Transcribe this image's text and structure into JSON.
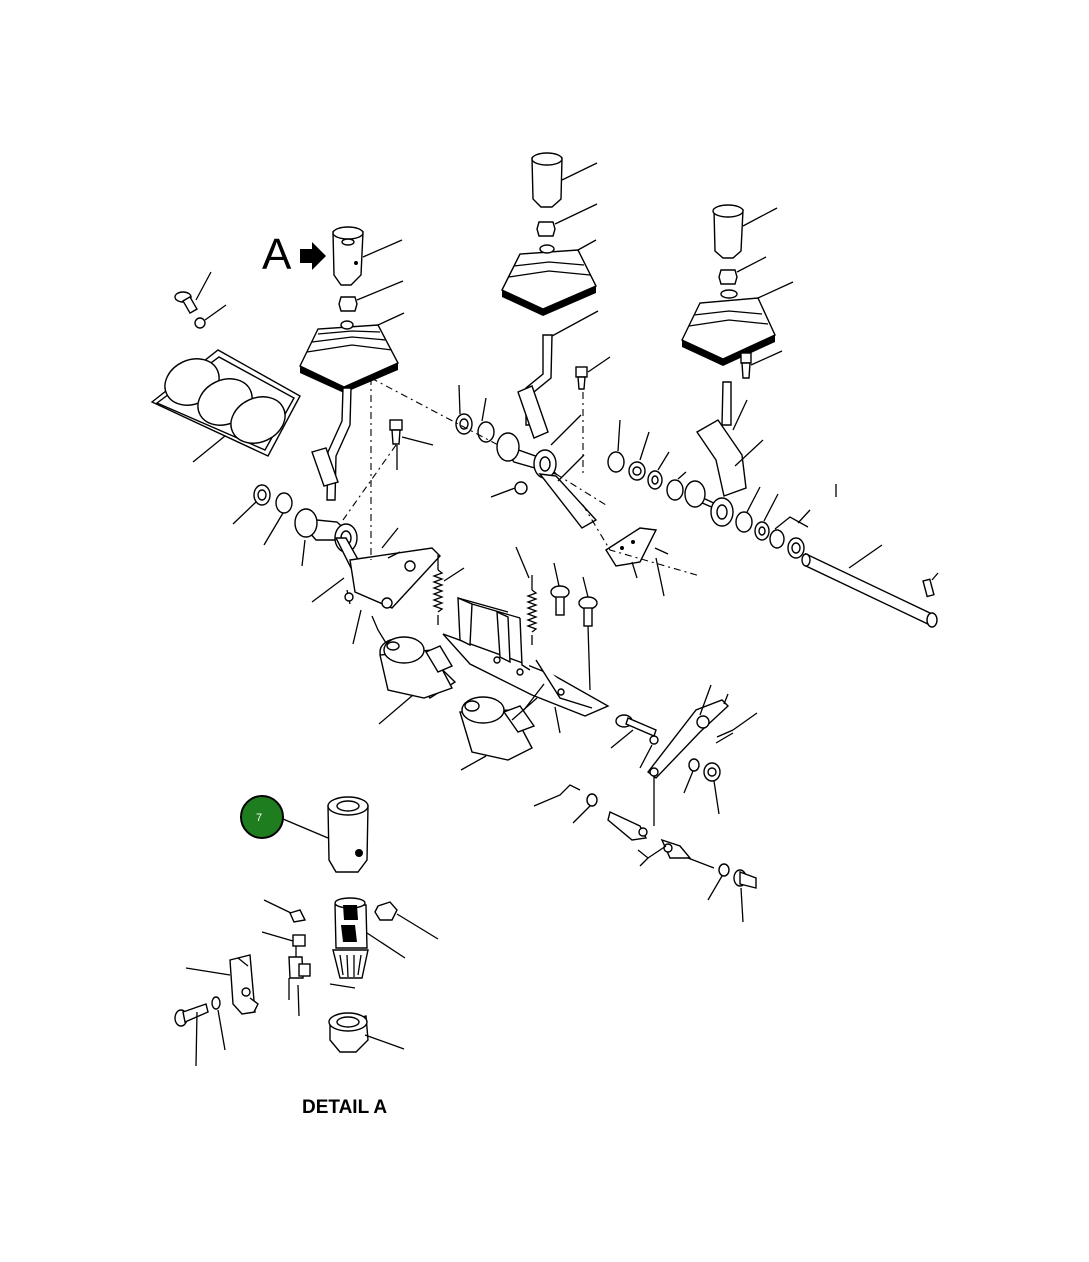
{
  "diagram": {
    "view_marker": "A",
    "detail_label": "DETAIL A",
    "callout": {
      "number": "7",
      "color": "#1e7d1e"
    }
  }
}
